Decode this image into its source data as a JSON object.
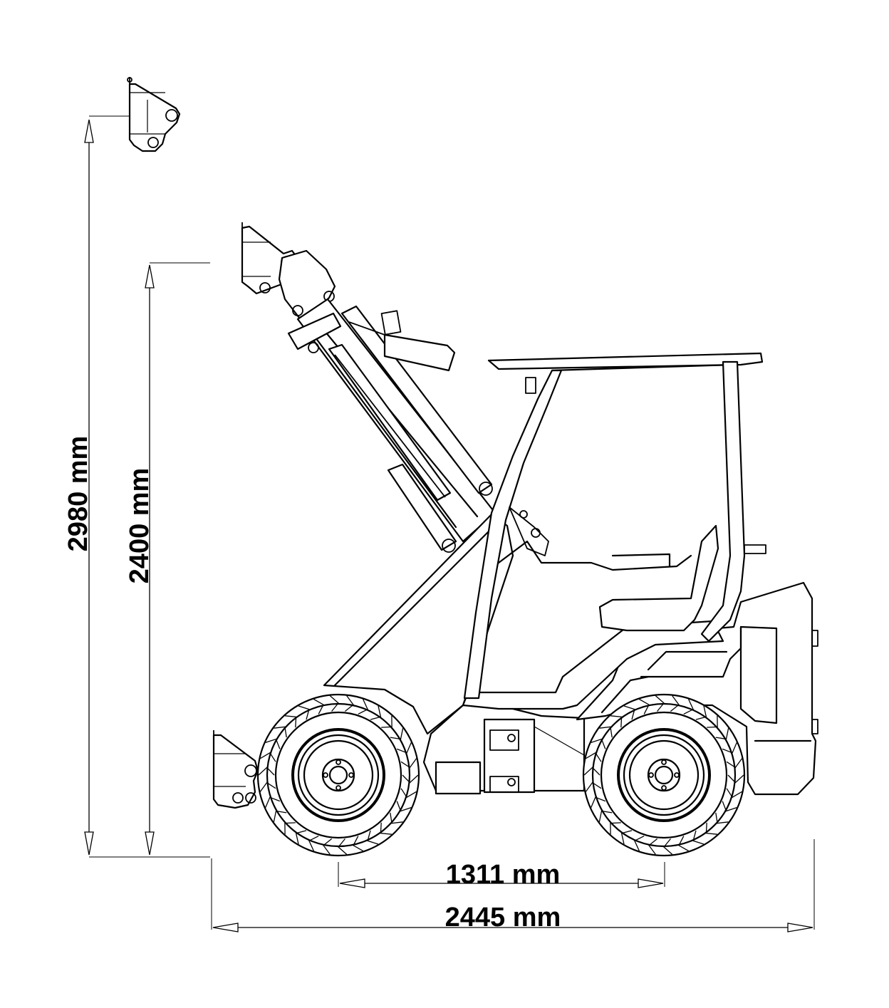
{
  "dimensions": {
    "max_height": "2980 mm",
    "height": "2400 mm",
    "wheelbase": "1311 mm",
    "length": "2445 mm"
  }
}
